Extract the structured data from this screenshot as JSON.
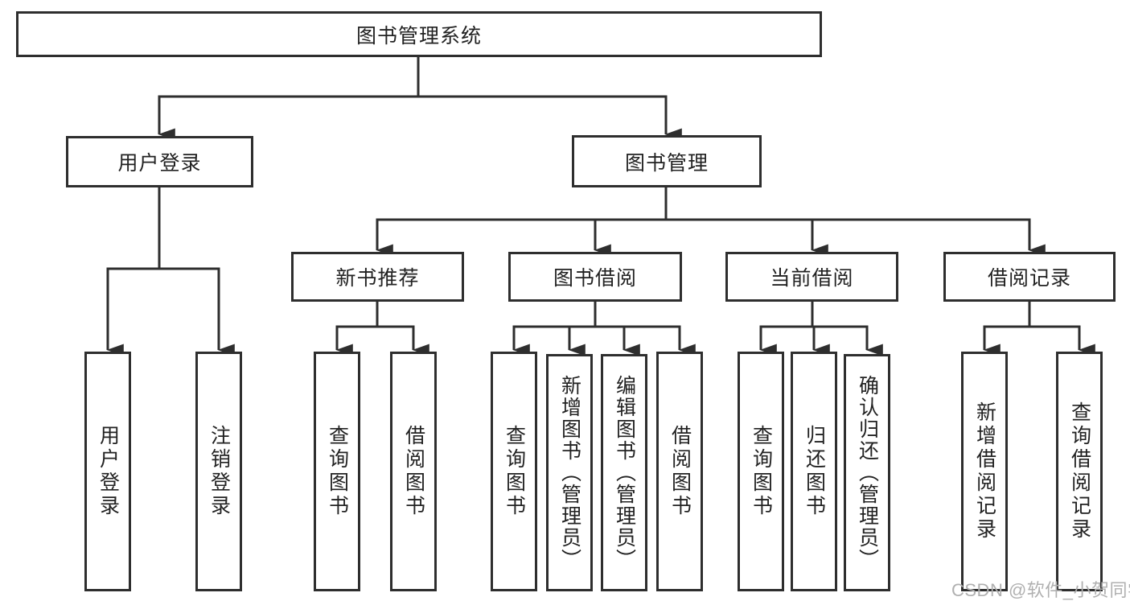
{
  "watermark": {
    "text": "CSDN @软件_小贺同学"
  },
  "colors": {
    "border": "#2e2e2e",
    "text": "#222222",
    "watermark": "#b0b0b0",
    "background": "#ffffff"
  },
  "nodes": {
    "root": "图书管理系统",
    "login": "用户登录",
    "manage": "图书管理",
    "recommend": "新书推荐",
    "borrow": "图书借阅",
    "current": "当前借阅",
    "records": "借阅记录",
    "leaves": {
      "user_login": "用户登录",
      "logout": "注销登录",
      "recommend_query_books": "查询图书",
      "recommend_borrow_books": "借阅图书",
      "borrow_query_books": "查询图书",
      "borrow_add_books": "新增图书（管理员）",
      "borrow_edit_books": "编辑图书（管理员）",
      "borrow_borrow_books": "借阅图书",
      "current_query_books": "查询图书",
      "current_return_books": "归还图书",
      "current_confirm_return": "确认归还（管理员）",
      "records_add_record": "新增借阅记录",
      "records_query_record": "查询借阅记录"
    }
  }
}
